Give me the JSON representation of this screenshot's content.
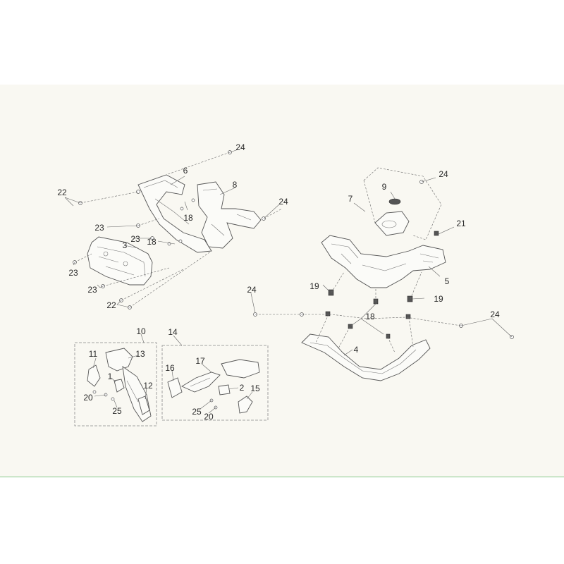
{
  "diagram": {
    "callouts": [
      "1",
      "2",
      "3",
      "4",
      "5",
      "6",
      "7",
      "8",
      "9",
      "10",
      "11",
      "12",
      "13",
      "14",
      "15",
      "16",
      "17",
      "18",
      "18",
      "18",
      "19",
      "19",
      "20",
      "20",
      "21",
      "22",
      "22",
      "23",
      "23",
      "23",
      "23",
      "24",
      "24",
      "24",
      "24",
      "24",
      "25",
      "25"
    ]
  }
}
